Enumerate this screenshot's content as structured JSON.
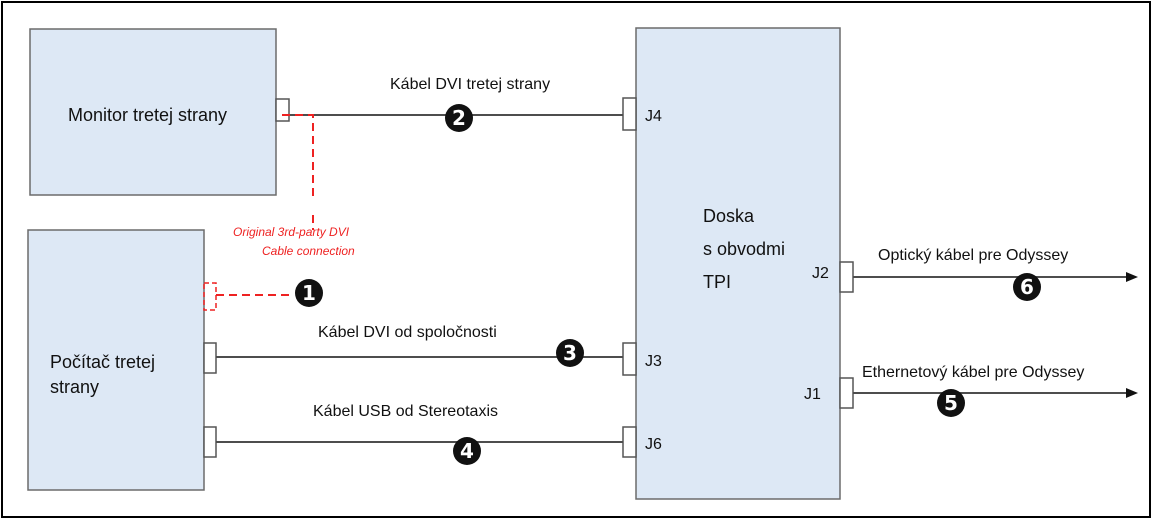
{
  "colors": {
    "box_fill": "#dde8f5",
    "box_stroke": "#6b6b6b",
    "line": "#4d4d4d",
    "badge": "#111111",
    "red": "#ee2222",
    "frame": "#000000"
  },
  "boxes": {
    "monitor": {
      "label": "Monitor tretej strany"
    },
    "computer": {
      "label_line1": "Počítač tretej",
      "label_line2": "strany"
    },
    "board": {
      "label_line1": "Doska",
      "label_line2": "s obvodmi",
      "label_line3": "TPI"
    }
  },
  "ports": {
    "j4": "J4",
    "j3": "J3",
    "j6": "J6",
    "j2": "J2",
    "j1": "J1"
  },
  "cables": {
    "c2": {
      "label": "Kábel DVI tretej strany",
      "badge": "2"
    },
    "c3": {
      "label": "Kábel DVI od spoločnosti",
      "badge": "3"
    },
    "c4": {
      "label": "Kábel USB od Stereotaxis",
      "badge": "4"
    },
    "c6": {
      "label": "Optický kábel pre Odyssey",
      "badge": "6"
    },
    "c5": {
      "label": "Ethernetový kábel pre Odyssey",
      "badge": "5"
    },
    "c1": {
      "badge": "1",
      "note_line1": "Original 3rd-party DVI",
      "note_line2": "Cable connection"
    }
  }
}
